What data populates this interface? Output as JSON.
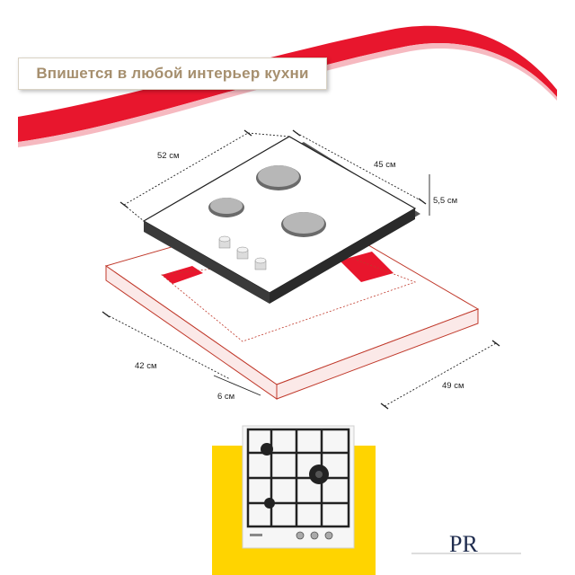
{
  "banner": {
    "text": "Впишется в любой интерьер кухни"
  },
  "dimensions": {
    "width_top": "52 см",
    "depth_top": "45 см",
    "height": "5,5 см",
    "cutout_width": "42 см",
    "cutout_offset": "6 см",
    "cutout_depth": "49 см"
  },
  "colors": {
    "accent_red": "#e8162d",
    "banner_text": "#a68f6e",
    "yellow": "#ffd400",
    "outline_red": "#c0392b"
  },
  "logo": {
    "text": "PR"
  }
}
